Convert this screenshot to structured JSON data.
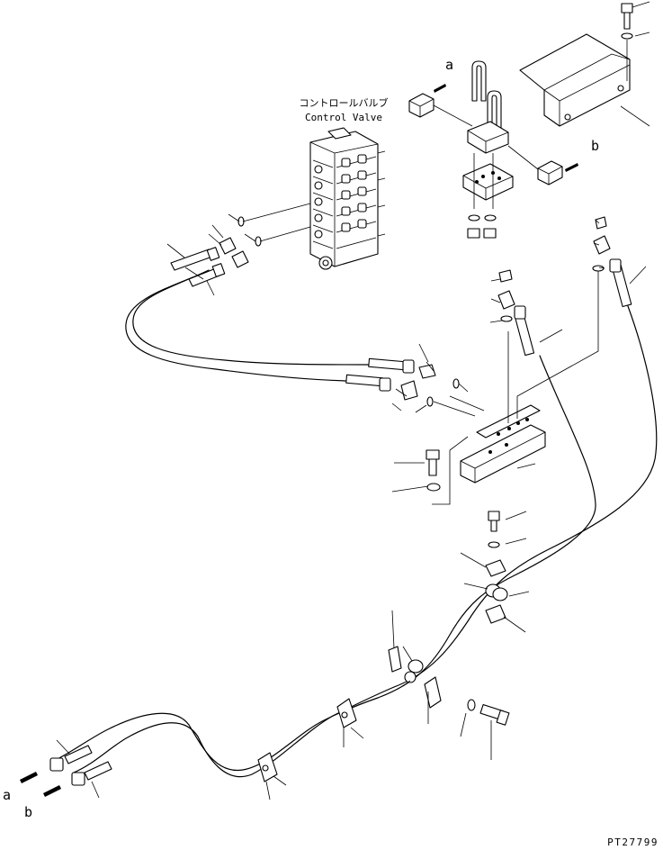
{
  "valve": {
    "label_jp": "コントロールバルブ",
    "label_en": "Control Valve"
  },
  "connection_markers": [
    "a",
    "b",
    "a",
    "b"
  ],
  "drawing_number": "PT27799"
}
